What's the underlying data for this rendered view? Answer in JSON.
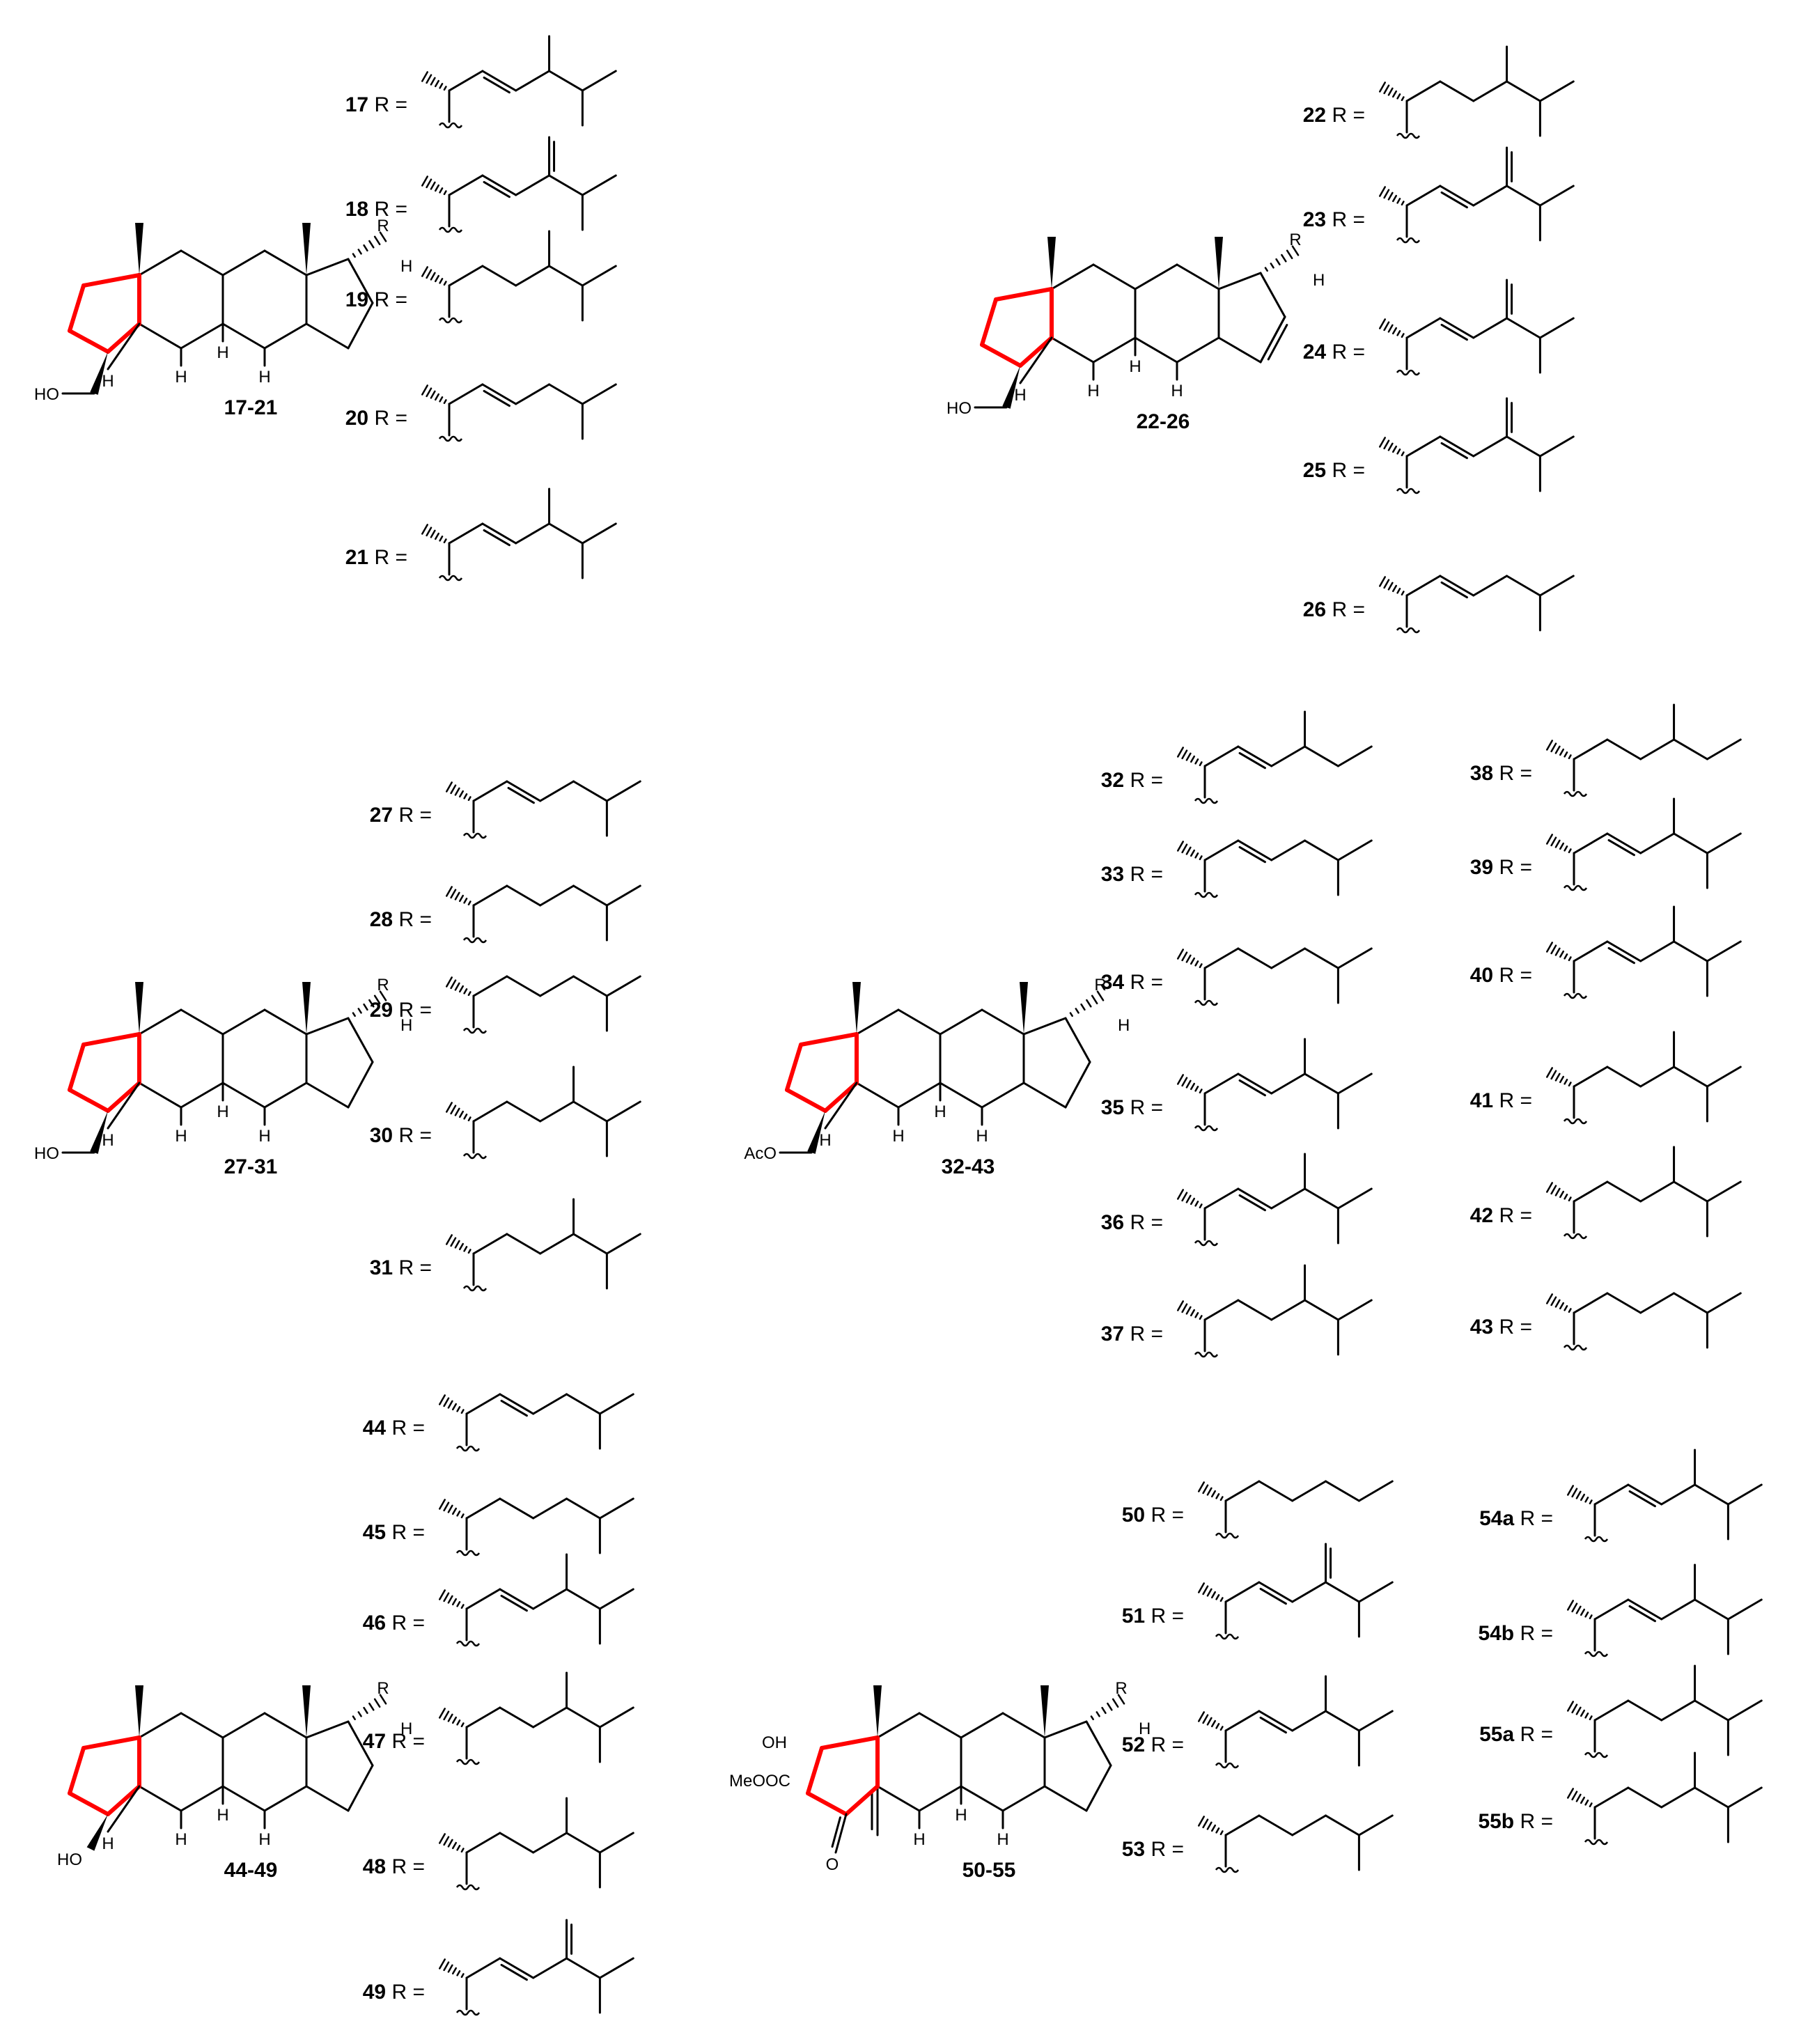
{
  "colors": {
    "bond": "#000000",
    "highlight": "#ff0000",
    "background": "#ffffff"
  },
  "labels": {
    "r_suffix": "R =",
    "atom_R": "R",
    "atom_H": "H",
    "atom_O": "O",
    "oh_left": "HO",
    "oh_right": "OH",
    "ho_short": "HO",
    "aco": "AcO",
    "meooc": "MeOOC"
  },
  "cores": [
    {
      "id": "core-17-21",
      "caption": "17-21",
      "type": "steroid-ch2oh"
    },
    {
      "id": "core-22-26",
      "caption": "22-26",
      "type": "steroid-ch2oh-ene"
    },
    {
      "id": "core-27-31",
      "caption": "27-31",
      "type": "steroid-ch2oh"
    },
    {
      "id": "core-32-43",
      "caption": "32-43",
      "type": "steroid-ch2oac"
    },
    {
      "id": "core-44-49",
      "caption": "44-49",
      "type": "steroid-oh"
    },
    {
      "id": "core-50-55",
      "caption": "50-55",
      "type": "steroid-keto-ester"
    }
  ],
  "side_chains": [
    {
      "num": "17",
      "type": "ene-diMe"
    },
    {
      "num": "18",
      "type": "methylene"
    },
    {
      "num": "19",
      "type": "sat-diMe"
    },
    {
      "num": "20",
      "type": "trisub-ene"
    },
    {
      "num": "21",
      "type": "ene-ethyl"
    },
    {
      "num": "22",
      "type": "sat-ethyl"
    },
    {
      "num": "23",
      "type": "ethylidene"
    },
    {
      "num": "24",
      "type": "ethylidene"
    },
    {
      "num": "25",
      "type": "propylidene"
    },
    {
      "num": "26",
      "type": "diene"
    },
    {
      "num": "27",
      "type": "ene-iso"
    },
    {
      "num": "28",
      "type": "sat-iso"
    },
    {
      "num": "29",
      "type": "sat-iso"
    },
    {
      "num": "30",
      "type": "trisub-ethyl"
    },
    {
      "num": "31",
      "type": "sat-ethyl"
    },
    {
      "num": "32",
      "type": "ene-me-ethyl"
    },
    {
      "num": "33",
      "type": "ene-iso"
    },
    {
      "num": "34",
      "type": "sat-iso"
    },
    {
      "num": "35",
      "type": "ene-diMe"
    },
    {
      "num": "36",
      "type": "ene-diMe"
    },
    {
      "num": "37",
      "type": "sat-diMe"
    },
    {
      "num": "38",
      "type": "sat-me-ethyl"
    },
    {
      "num": "39",
      "type": "ene-ethyl"
    },
    {
      "num": "40",
      "type": "ene-ethyl"
    },
    {
      "num": "41",
      "type": "sat-ethyl"
    },
    {
      "num": "42",
      "type": "sat-ethyl"
    },
    {
      "num": "43",
      "type": "trisub-me"
    },
    {
      "num": "44",
      "type": "ene-iso"
    },
    {
      "num": "45",
      "type": "sat-iso"
    },
    {
      "num": "46",
      "type": "ene-diMe"
    },
    {
      "num": "47",
      "type": "sat-diMe"
    },
    {
      "num": "48",
      "type": "trisub-ethyl"
    },
    {
      "num": "49",
      "type": "ethylidene"
    },
    {
      "num": "50",
      "type": "prenyl"
    },
    {
      "num": "51",
      "type": "methylene"
    },
    {
      "num": "52",
      "type": "ene-diMe"
    },
    {
      "num": "53",
      "type": "sat-iso"
    },
    {
      "num": "54a",
      "type": "ene-ethyl"
    },
    {
      "num": "54b",
      "type": "ene-ethyl"
    },
    {
      "num": "55a",
      "type": "sat-ethyl"
    },
    {
      "num": "55b",
      "type": "sat-ethyl"
    }
  ]
}
